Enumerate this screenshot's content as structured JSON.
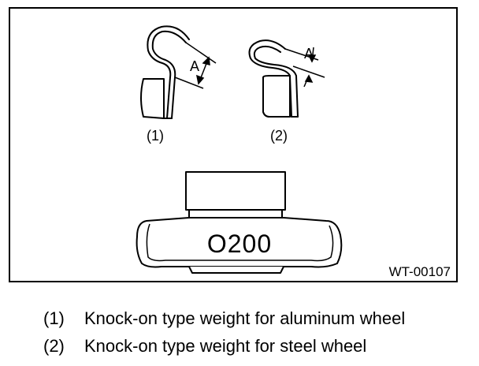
{
  "figure": {
    "fig_code": "WT-00107",
    "label_1": "(1)",
    "label_2": "(2)",
    "dim_label_1": "A",
    "dim_label_2": "A",
    "weight_marking": "O200"
  },
  "legend": [
    {
      "num": "(1)",
      "text": "Knock-on type weight for aluminum wheel"
    },
    {
      "num": "(2)",
      "text": "Knock-on type weight for steel wheel"
    }
  ]
}
